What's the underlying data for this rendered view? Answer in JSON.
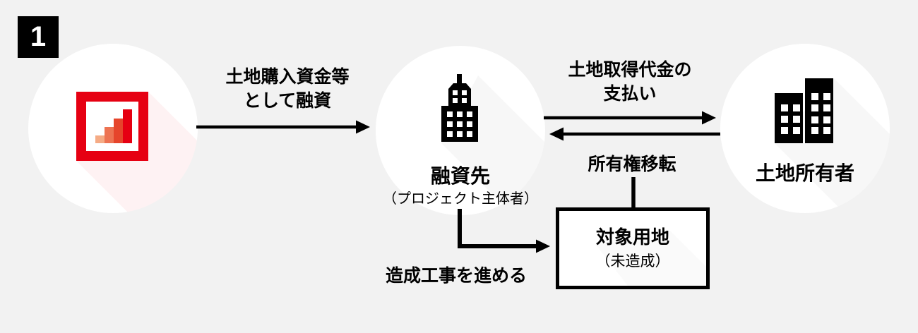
{
  "page": {
    "background": "#f2f2f2",
    "line_color": "#000000"
  },
  "badge": {
    "number": "1"
  },
  "logo": {
    "frame_color": "#e60012",
    "bar_colors": [
      "#f5ab85",
      "#ed7352",
      "#e6452b",
      "#e60012"
    ]
  },
  "nodes": {
    "lender": {
      "icon": "bank-logo"
    },
    "borrower": {
      "label": "融資先",
      "sublabel": "（プロジェクト主体者）",
      "icon": "office-building-icon"
    },
    "landowner": {
      "label": "土地所有者",
      "icon": "city-buildings-icon"
    },
    "site": {
      "label": "対象用地",
      "sublabel": "（未造成）"
    }
  },
  "edges": {
    "loan": {
      "from": "lender",
      "to": "borrower",
      "line1": "土地購入資金等",
      "line2": "として融資"
    },
    "payment": {
      "from": "borrower",
      "to": "landowner",
      "line1": "土地取得代金の",
      "line2": "支払い"
    },
    "ownership_transfer": {
      "from": "landowner",
      "to": "borrower",
      "label": "所有権移転"
    },
    "development": {
      "from": "borrower",
      "to": "site",
      "label": "造成工事を進める"
    }
  }
}
